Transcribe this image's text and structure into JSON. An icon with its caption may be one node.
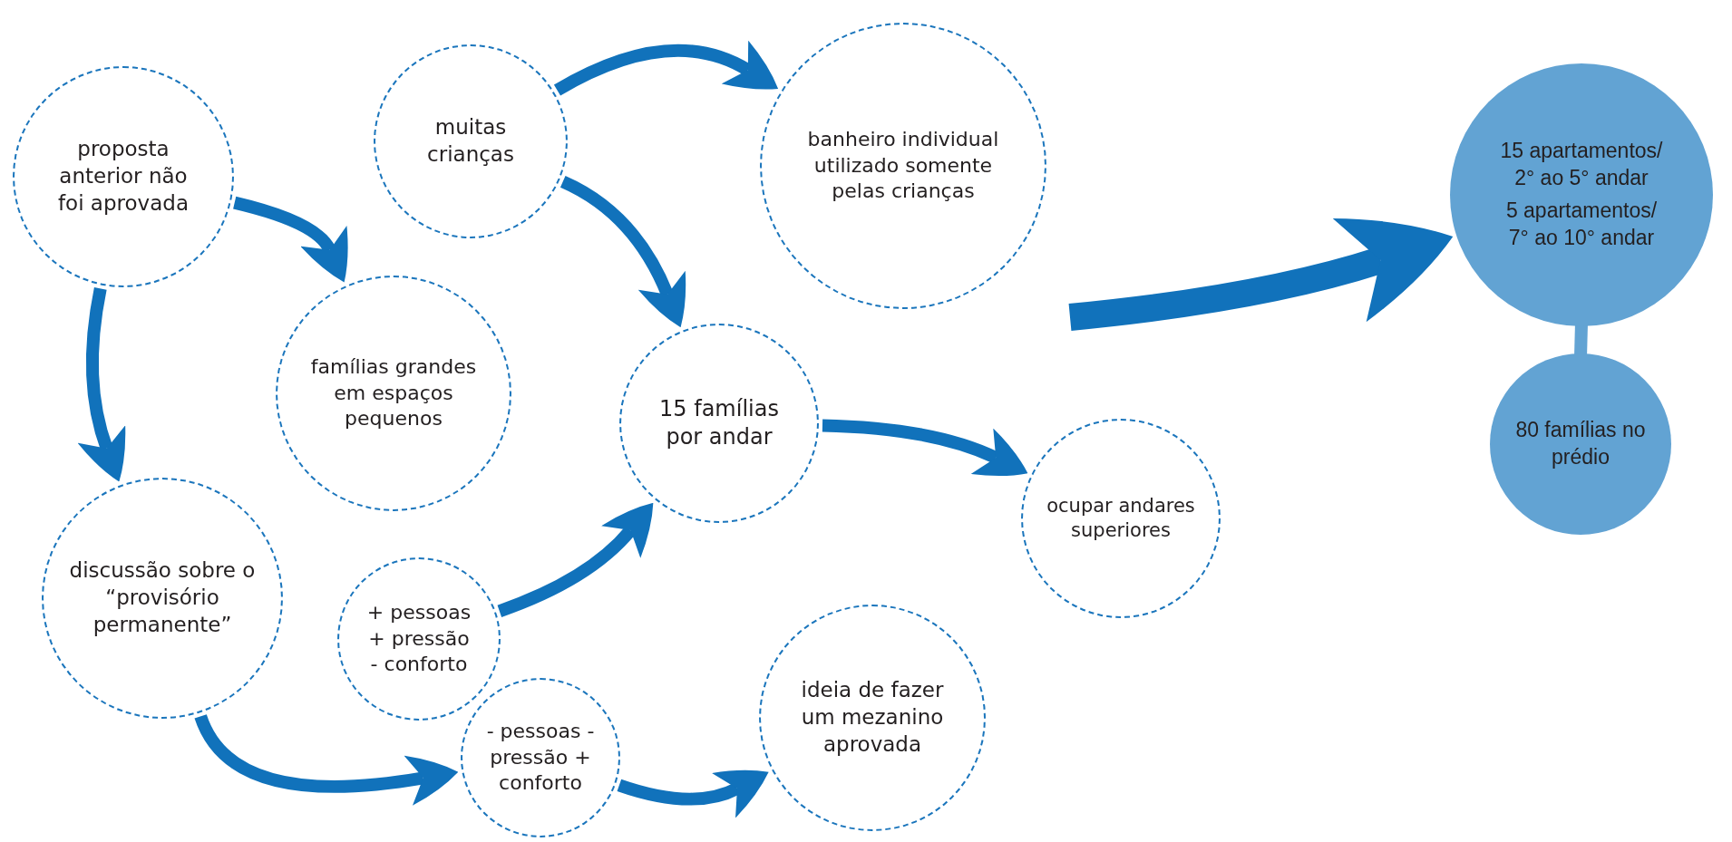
{
  "diagram": {
    "nodes": [
      {
        "text": [
          "proposta anterior não foi aprovada"
        ]
      },
      {
        "text": [
          "muitas crianças"
        ]
      },
      {
        "text": [
          "banheiro individual utilizado somente pelas crianças"
        ]
      },
      {
        "text": [
          "famílias grandes em espaços pequenos"
        ]
      },
      {
        "text": [
          "15 famílias por andar"
        ]
      },
      {
        "text": [
          "ocupar andares superiores"
        ]
      },
      {
        "text": [
          "discussão sobre o “provisório permanente”"
        ]
      },
      {
        "text": [
          "+ pessoas + pressão - conforto"
        ]
      },
      {
        "text": [
          "- pessoas - pressão + conforto"
        ]
      },
      {
        "text": [
          "ideia de fazer um mezanino aprovada"
        ]
      },
      {
        "text": [
          "15 apartamentos/ 2° ao 5° andar",
          "5 apartamentos/ 7° ao 10° andar"
        ]
      },
      {
        "text": [
          "80 famílias no prédio"
        ]
      }
    ],
    "edges": [
      {
        "from": 0,
        "to": 3,
        "arrow": "to"
      },
      {
        "from": 0,
        "to": 6,
        "arrow": "to"
      },
      {
        "from": 1,
        "to": 2,
        "arrow": "to"
      },
      {
        "from": 1,
        "to": 4,
        "arrow": "to"
      },
      {
        "from": 6,
        "to": 8,
        "arrow": "to"
      },
      {
        "from": 7,
        "to": 4,
        "arrow": "to"
      },
      {
        "from": 4,
        "to": 5,
        "arrow": "to"
      },
      {
        "from": 8,
        "to": 9,
        "arrow": "to"
      },
      {
        "from": null,
        "to": 10,
        "arrow": "to",
        "style": "thick"
      },
      {
        "from": 10,
        "to": 11,
        "arrow": "none",
        "color": "#62a3d3"
      }
    ]
  }
}
